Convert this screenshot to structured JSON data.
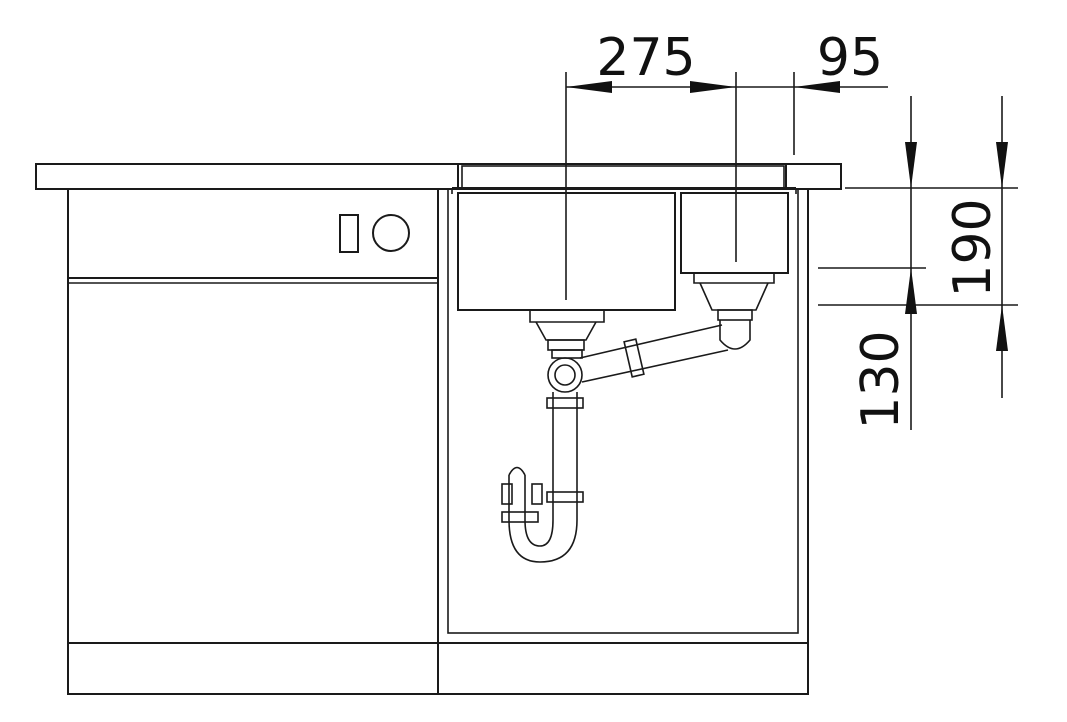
{
  "dimensions": {
    "sink_width": "275",
    "drain_offset": "95",
    "height_190": "190",
    "height_130": "130"
  },
  "colors": {
    "line": "#1a1a1a",
    "background": "#ffffff"
  }
}
